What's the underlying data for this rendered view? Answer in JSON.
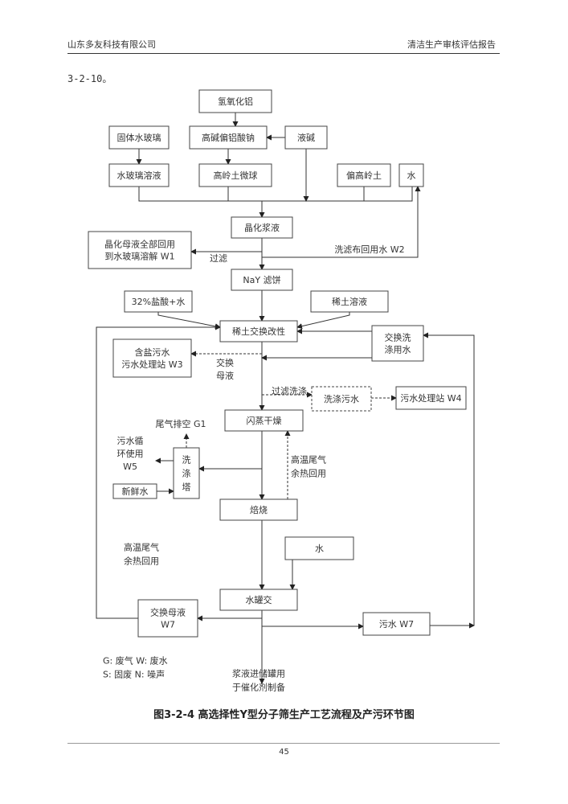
{
  "header": {
    "company": "山东多友科技有限公司",
    "report_title": "清洁生产审核评估报告"
  },
  "lead_text": "3-2-10。",
  "diagram": {
    "nodes": {
      "aluminum_hydroxide": [
        "氢氧化铝"
      ],
      "solid_water_glass": [
        "固体水玻璃"
      ],
      "high_alkali_aluminate": [
        "高碱偏铝酸钠"
      ],
      "liquid_alkali": [
        "液碱"
      ],
      "water_glass_solution": [
        "水玻璃溶液"
      ],
      "kaolin_microsphere": [
        "高岭土微球"
      ],
      "metakaolin": [
        "偏高岭土"
      ],
      "water_top": [
        "水"
      ],
      "crystallized_slurry": [
        "晶化浆液"
      ],
      "mother_liquor_recycle": [
        "晶化母液全部回用",
        "到水玻璃溶解 W1"
      ],
      "nay_filter_cake": [
        "NaY 滤饼"
      ],
      "hcl_water": [
        "32%盐酸+水"
      ],
      "rare_earth_solution": [
        "稀土溶液"
      ],
      "rare_earth_exchange": [
        "稀土交换改性"
      ],
      "exchange_wash_water": [
        "交换洗",
        "涤用水"
      ],
      "saline_wastewater": [
        "含盐污水",
        "污水处理站 W3"
      ],
      "wash_wastewater": [
        "洗涤污水"
      ],
      "treatment_station_w4": [
        "污水处理站 W4"
      ],
      "flash_drying": [
        "闪蒸干燥"
      ],
      "scrubber": [
        "洗",
        "涤",
        "塔"
      ],
      "fresh_water": [
        "新鲜水"
      ],
      "roasting": [
        "焙烧"
      ],
      "water_mid": [
        "水"
      ],
      "water_tank_exchange": [
        "水罐交"
      ],
      "exchange_mother_liquor_w7": [
        "交换母液",
        "W7"
      ],
      "wastewater_w7": [
        "污水 W7"
      ]
    },
    "labels": {
      "filter": "过滤",
      "cloth_wash_water": "洗滤布回用水 W2",
      "exchange_mother": [
        "交换",
        "母液"
      ],
      "filter_wash": "过滤洗涤",
      "tail_gas_vent": "尾气排空 G1",
      "wastewater_recycle": [
        "污水循",
        "环使用",
        "W5"
      ],
      "heat_recovery_right": [
        "高温尾气",
        "余热回用"
      ],
      "heat_recovery_left": [
        "高温尾气",
        "余热回用"
      ],
      "slurry_to_tank": [
        "浆液进储罐用",
        "于催化剂制备"
      ]
    },
    "legend": [
      "G: 废气  W: 废水",
      "S: 固废  N: 噪声"
    ]
  },
  "caption": "图3-2-4  高选择性Y型分子筛生产工艺流程及产污环节图",
  "footer": {
    "page_number": "45"
  }
}
